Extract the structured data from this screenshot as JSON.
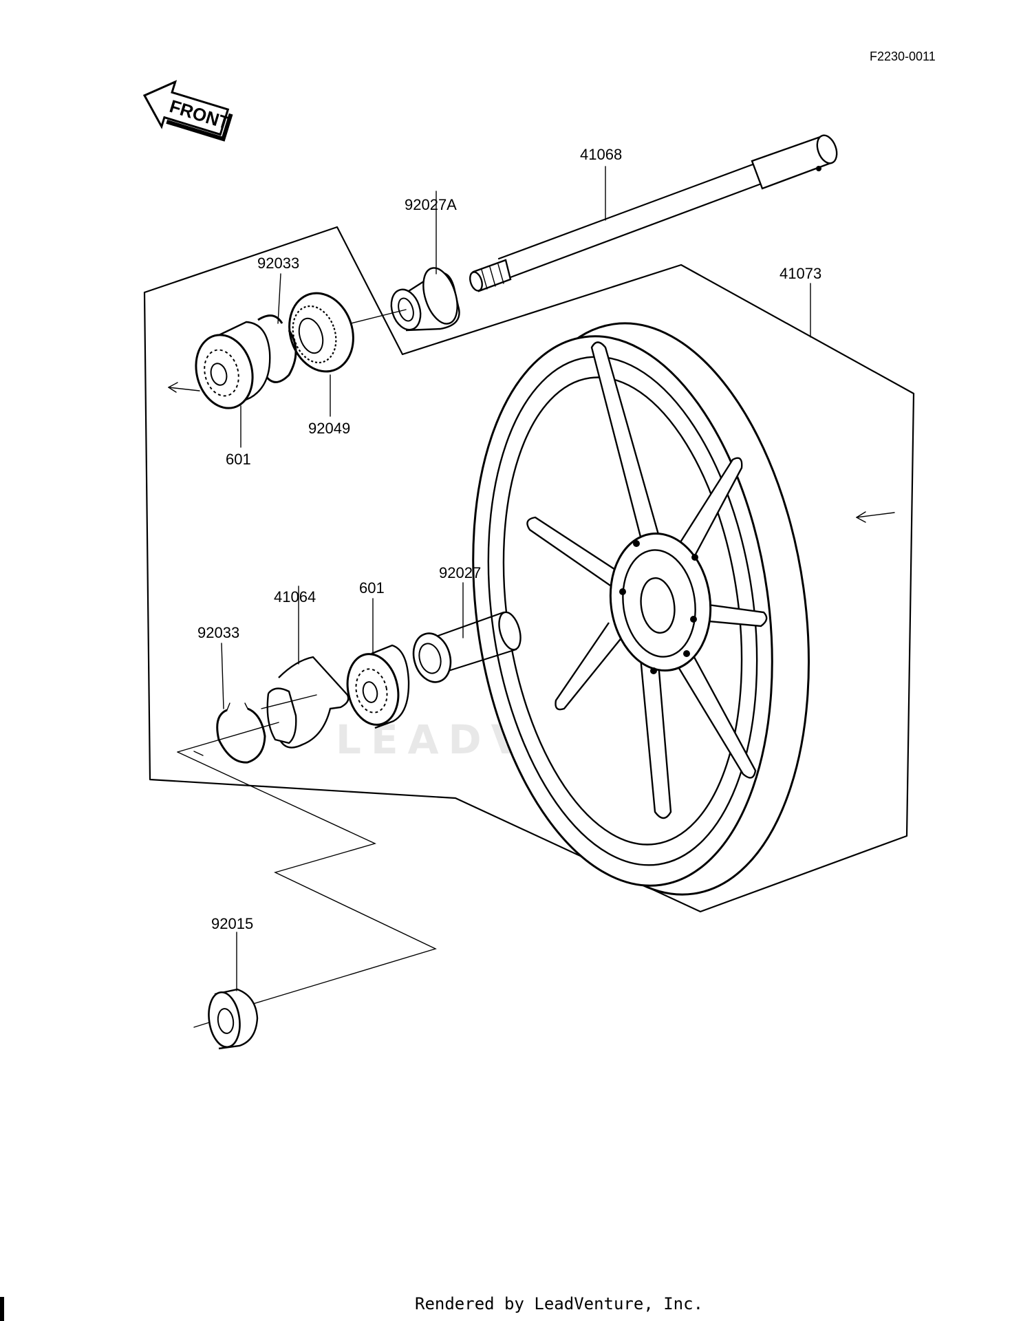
{
  "figure_code": "F2230-0011",
  "direction_label": "FRONT",
  "watermark": "LEADVENTURE",
  "footer": "Rendered by LeadVenture, Inc.",
  "parts": {
    "axle": "41068",
    "collar_upper": "92027A",
    "circlip_upper": "92033",
    "wheel": "41073",
    "bearing_upper": "601",
    "oil_seal": "92049",
    "coupling": "41064",
    "bearing_lower": "601",
    "collar_lower": "92027",
    "circlip_lower": "92033",
    "axle_nut": "92015"
  }
}
